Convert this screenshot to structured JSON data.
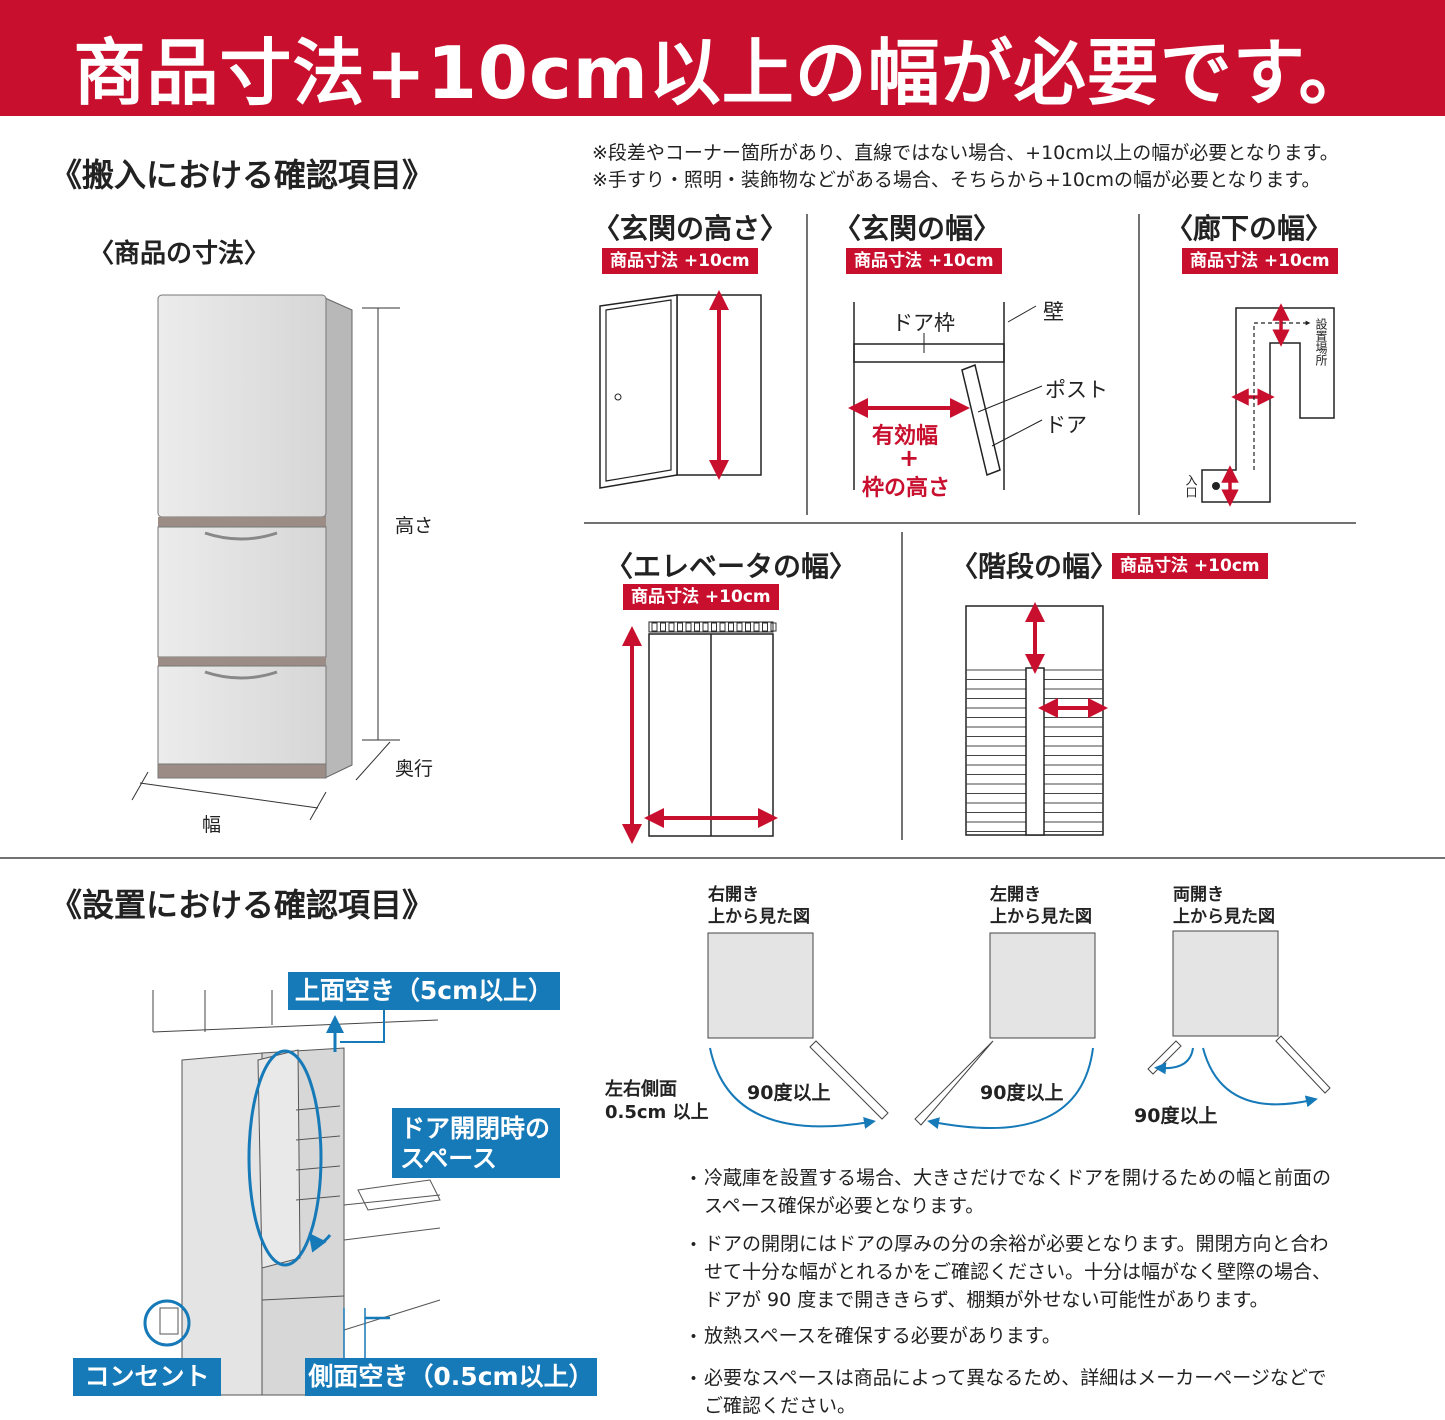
{
  "banner": {
    "title": "商品寸法+10cm以上の幅が必要です。"
  },
  "carry_in": {
    "title": "《搬入における確認項目》",
    "notes": [
      "※段差やコーナー箇所があり、直線ではない場合、+10cm以上の幅が必要となります。",
      "※手すり・照明・装飾物などがある場合、そちらから+10cmの幅が必要となります。"
    ],
    "product_dims": {
      "title": "〈商品の寸法〉",
      "height": "高さ",
      "depth": "奥行",
      "width": "幅"
    },
    "badge": "商品寸法 +10cm",
    "entrance_height": {
      "title": "〈玄関の高さ〉"
    },
    "entrance_width": {
      "title": "〈玄関の幅〉",
      "door_frame": "ドア枠",
      "wall": "壁",
      "post": "ポスト",
      "door": "ドア",
      "effective_width": "有効幅",
      "plus": "+",
      "frame_height": "枠の高さ"
    },
    "hallway_width": {
      "title": "〈廊下の幅〉",
      "install_place": "設置場所",
      "entrance": "入口"
    },
    "elevator_width": {
      "title": "〈エレベータの幅〉"
    },
    "stairs_width": {
      "title": "〈階段の幅〉"
    }
  },
  "install": {
    "title": "《設置における確認項目》",
    "top_clearance": "上面空き（5cm以上）",
    "door_space_line1": "ドア開閉時の",
    "door_space_line2": "スペース",
    "outlet": "コンセント",
    "side_clearance": "側面空き（0.5cm以上）",
    "right_open": {
      "line1": "右開き",
      "line2": "上から見た図",
      "angle": "90度以上"
    },
    "left_open": {
      "line1": "左開き",
      "line2": "上から見た図",
      "angle": "90度以上"
    },
    "both_open": {
      "line1": "両開き",
      "line2": "上から見た図",
      "angle": "90度以上"
    },
    "side_gap_line1": "左右側面",
    "side_gap_line2": "0.5cm 以上",
    "bullets": [
      "冷蔵庫を設置する場合、大きさだけでなくドアを開けるための幅と前面のスペース確保が必要となります。",
      "ドアの開閉にはドアの厚みの分の余裕が必要となります。開閉方向と合わせて十分な幅がとれるかをご確認ください。十分は幅がなく壁際の場合、ドアが 90 度まで開ききらず、棚類が外せない可能性があります。",
      "放熱スペースを確保する必要があります。",
      "必要なスペースは商品によって異なるため、詳細はメーカーページなどでご確認ください。"
    ]
  },
  "colors": {
    "accent_red": "#c8102e",
    "accent_blue": "#1679b8"
  }
}
